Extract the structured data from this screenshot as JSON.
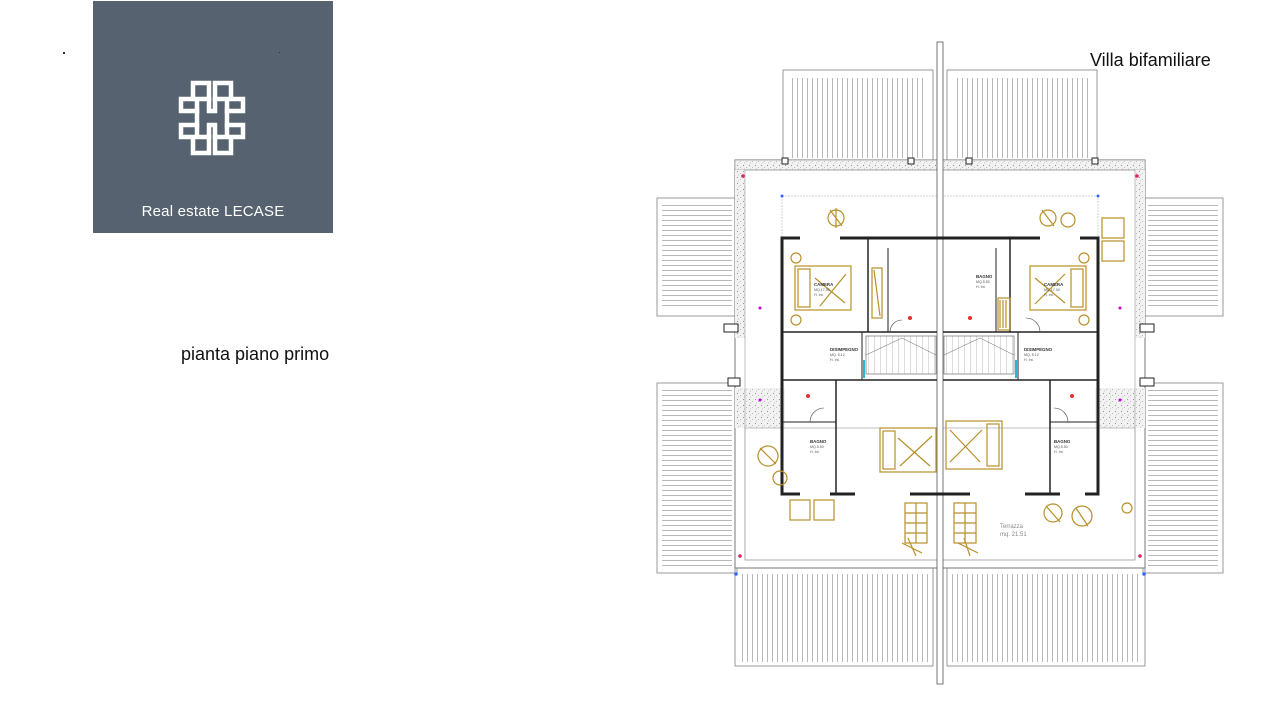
{
  "brand": {
    "name": "Real estate LECASE",
    "color": "#56626f"
  },
  "plan_label": "pianta piano primo",
  "title": "Villa bifamiliare",
  "rooms": {
    "camera_left": [
      "CAMERA",
      "MQ.17.00",
      "H. Int."
    ],
    "camera_right": [
      "CAMERA",
      "MQ.17.00",
      "H. Int."
    ],
    "disimpegno_left": [
      "DISIMPEGNO",
      "MQ. 5.12",
      "H. Int."
    ],
    "disimpegno_right": [
      "DISIMPEGNO",
      "MQ. 5.12",
      "H. Int."
    ],
    "bagno_left": [
      "BAGNO",
      "MQ.5.50",
      "H. Int."
    ],
    "bagno_right": [
      "BAGNO",
      "MQ.5.50",
      "H. Int."
    ],
    "bagno_top_right": [
      "BAGNO",
      "MQ.5.50",
      "H. Int."
    ],
    "terrazza": [
      "Terrazza",
      "mq. 21.51"
    ]
  },
  "colors": {
    "walls": "#222222",
    "furniture": "#b8902a",
    "roof_lines": "#9a9a9a"
  }
}
